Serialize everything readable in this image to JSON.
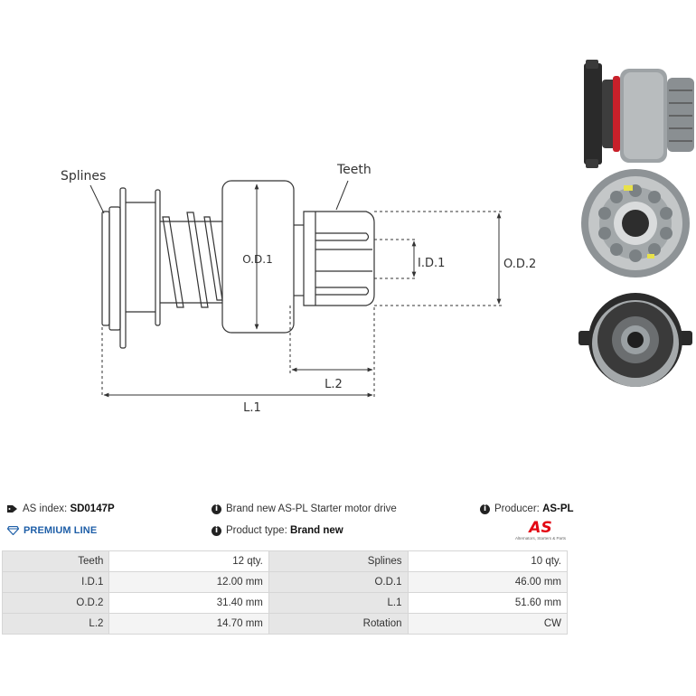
{
  "diagram": {
    "labels": {
      "splines": "Splines",
      "teeth": "Teeth",
      "od1": "O.D.1",
      "id1": "I.D.1",
      "od2": "O.D.2",
      "l2": "L.2",
      "l1": "L.1"
    }
  },
  "photos": [
    {
      "view": "side",
      "icon": "starter-drive-side-photo"
    },
    {
      "view": "front",
      "icon": "starter-drive-front-photo"
    },
    {
      "view": "rear",
      "icon": "starter-drive-rear-photo"
    }
  ],
  "info": {
    "as_index_label": "AS index:",
    "as_index_value": "SD0147P",
    "description": "Brand new AS-PL Starter motor drive",
    "producer_label": "Producer:",
    "producer_value": "AS-PL",
    "premium_label": "PREMIUM LINE",
    "product_type_label": "Product type:",
    "product_type_value": "Brand new",
    "logo_text": "AS",
    "logo_subtext": "Alternators, Starters & Parts",
    "colors": {
      "premium": "#1f5fa8",
      "logo_red": "#e30613"
    }
  },
  "specs": [
    {
      "l1": "Teeth",
      "v1": "12 qty.",
      "l2": "Splines",
      "v2": "10 qty."
    },
    {
      "l1": "I.D.1",
      "v1": "12.00 mm",
      "l2": "O.D.1",
      "v2": "46.00 mm"
    },
    {
      "l1": "O.D.2",
      "v1": "31.40 mm",
      "l2": "L.1",
      "v2": "51.60 mm"
    },
    {
      "l1": "L.2",
      "v1": "14.70 mm",
      "l2": "Rotation",
      "v2": "CW"
    }
  ]
}
